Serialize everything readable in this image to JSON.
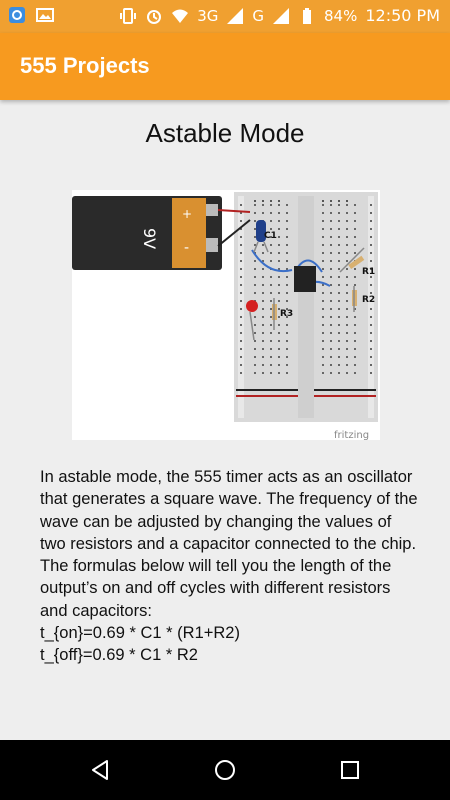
{
  "status_bar": {
    "network": "3G",
    "network2": "G",
    "battery": "84%",
    "time": "12:50 PM"
  },
  "app_bar": {
    "title": "555 Projects"
  },
  "content": {
    "heading": "Astable Mode",
    "diagram": {
      "battery_label": "9V",
      "battery_plus": "+",
      "battery_minus": "-",
      "labels": [
        "C1",
        "R1",
        "R2",
        "R3"
      ],
      "watermark": "fritzing"
    },
    "paragraph": "In astable mode, the 555 timer acts as an oscillator that generates a square wave. The frequency of the wave can be adjusted by changing the values of two resistors and a capacitor connected to the chip. The formulas below will tell you the length of the output’s on and off cycles with different resistors and capacitors:",
    "formula_on": "t_{on}=0.69 * C1 * (R1+R2)",
    "formula_off": "t_{off}=0.69 * C1 * R2"
  },
  "colors": {
    "status_bar": "#f0a030",
    "app_bar": "#f79a1f",
    "background": "#eeeeee"
  }
}
